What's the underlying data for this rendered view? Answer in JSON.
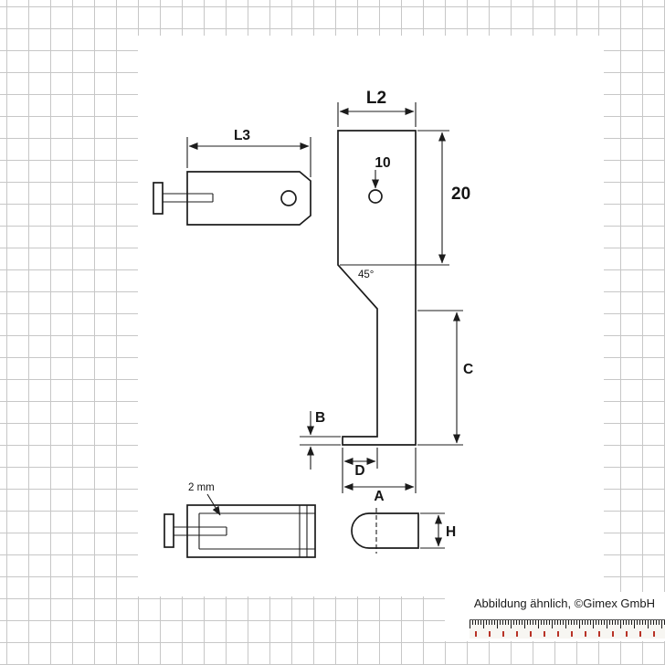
{
  "drawing": {
    "labels": {
      "l3": "L3",
      "l2": "L2",
      "hole_dia": "10",
      "top_height": "20",
      "angle": "45°",
      "c": "C",
      "b": "B",
      "d": "D",
      "a": "A",
      "h": "H",
      "thickness": "2 mm"
    }
  },
  "footer": {
    "note": "Abbildung ähnlich, ©Gimex GmbH"
  },
  "colors": {
    "line": "#1c1c1c",
    "grid": "#c7c7c7",
    "ruler_red": "#b83226"
  }
}
